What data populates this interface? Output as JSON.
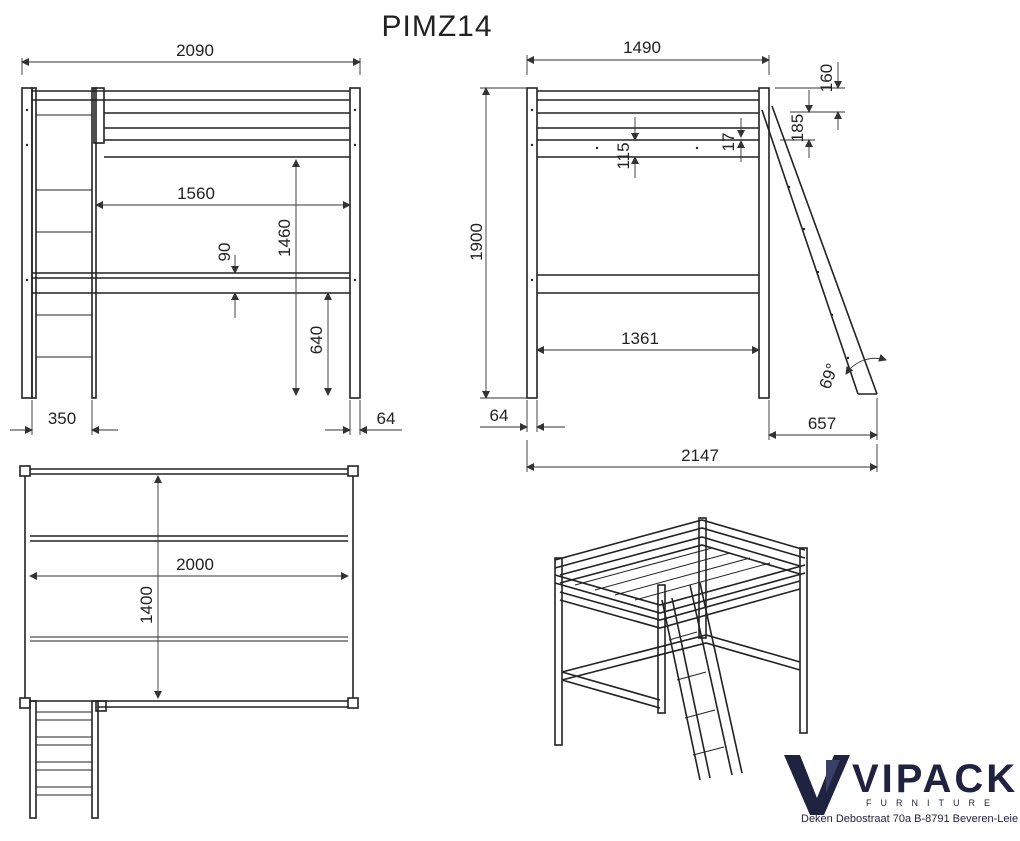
{
  "title": "PIMZ14",
  "front_view": {
    "overall_width": "2090",
    "inner_length": "1560",
    "height_to_deck": "1460",
    "rail_gap": "90",
    "under_height": "640",
    "ladder_width": "350",
    "post_width": "64"
  },
  "side_view": {
    "overall_width": "1490",
    "total_height": "1900",
    "top_rail": "160",
    "guard_height": "185",
    "slat_115": "115",
    "slat_17": "17",
    "inner_width": "1361",
    "post_width": "64",
    "ladder_angle": "69°",
    "ladder_offset": "657",
    "total_depth": "2147"
  },
  "top_view": {
    "length": "2000",
    "width": "1400"
  },
  "brand": {
    "name": "VIPACK",
    "subtitle": "FURNITURE",
    "address": "Deken Debostraat 70a B-8791 Beveren-Leie",
    "color": "#1f2340"
  }
}
